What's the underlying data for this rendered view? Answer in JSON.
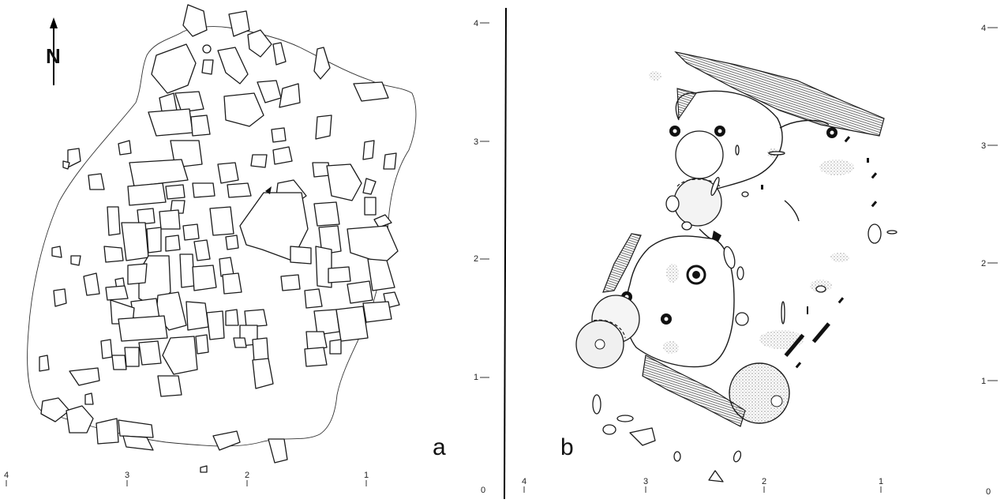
{
  "panels": [
    {
      "letter": "a"
    },
    {
      "letter": "b"
    }
  ],
  "north_arrow": {
    "label": "N"
  },
  "scale_labels": {
    "x": [
      "4",
      "3",
      "2",
      "1",
      "0"
    ],
    "y": [
      "4",
      "3",
      "2",
      "1"
    ]
  }
}
